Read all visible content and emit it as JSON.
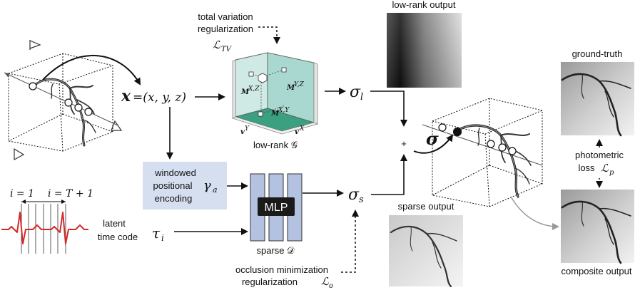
{
  "labels": {
    "total_variation_1": "total variation",
    "total_variation_2": "regularization",
    "loss_tv": "ℒ",
    "loss_tv_sub": "TV",
    "low_rank_output": "low-rank output",
    "x_bold": "x",
    "x_coords": "=(x, y, z)",
    "sigma_l": "σ",
    "sigma_l_sub": "l",
    "low_rank_g": "low-rank 𝒢",
    "plane_mxz": "M",
    "plane_mxz_sup": "X,Z",
    "plane_myz": "M",
    "plane_myz_sup": "Y,Z",
    "plane_mxy": "M",
    "plane_mxy_sup": "X,Y",
    "vec_vy": "v",
    "vec_vy_sup": "Y",
    "vec_vx": "v",
    "vec_vx_sup": "X",
    "plus": "+",
    "sigma": "σ",
    "windowed_1": "windowed",
    "windowed_2": "positional",
    "windowed_3": "encoding",
    "gamma": "γ",
    "gamma_sub": "a",
    "mlp": "MLP",
    "sparse_d": "sparse 𝒟",
    "sigma_s": "σ",
    "sigma_s_sub": "s",
    "sparse_output": "sparse output",
    "latent_1": "latent",
    "latent_2": "time code",
    "tau": "τ",
    "tau_sub": "i",
    "i_eq_1": "i = 1",
    "i_eq_T1": "i = T + 1",
    "occlusion_1": "occlusion minimization",
    "occlusion_2": "regularization",
    "loss_o": "ℒ",
    "loss_o_sub": "o",
    "ground_truth": "ground-truth",
    "photometric_1": "photometric",
    "photometric_2": "loss",
    "loss_p": "ℒ",
    "loss_p_sub": "p",
    "composite_output": "composite output"
  },
  "colors": {
    "encoding_box": "#d6dff0",
    "mlp_bar": "#b4c2e2",
    "mlp_label_bg": "#1a1a1a",
    "plane_teal": "#a8d8d0",
    "plane_floor": "#3aa07f",
    "ecg_red": "#d42a2a"
  }
}
